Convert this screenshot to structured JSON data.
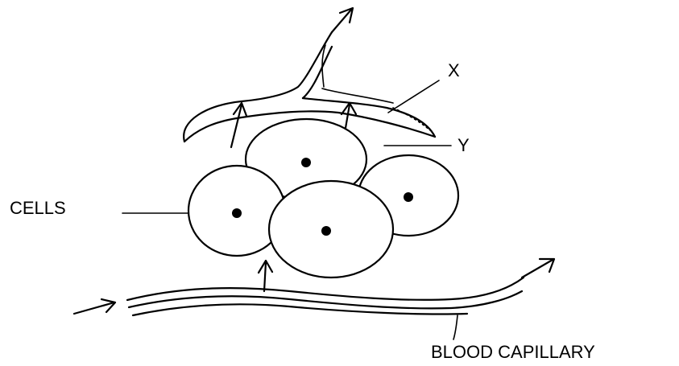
{
  "labels": {
    "cells": "CELLS",
    "x": "X",
    "y": "Y",
    "blood_capillary": "BLOOD CAPILLARY"
  },
  "colors": {
    "ink": "#000000",
    "background": "#ffffff"
  }
}
